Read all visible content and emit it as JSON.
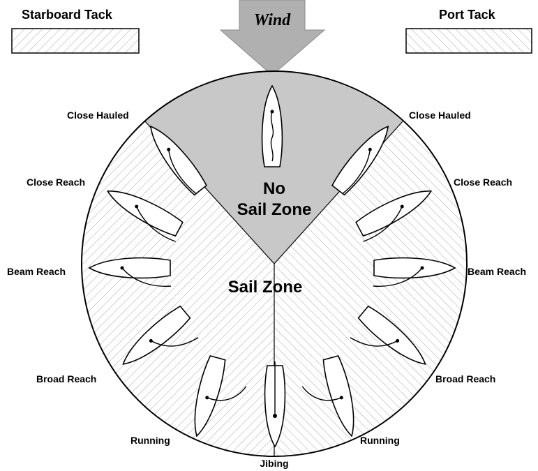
{
  "wind": {
    "label": "Wind"
  },
  "legend": {
    "starboard": {
      "label": "Starboard Tack"
    },
    "port": {
      "label": "Port Tack"
    }
  },
  "zones": {
    "no_sail_line1": "No",
    "no_sail_line2": "Sail Zone",
    "sail": "Sail Zone"
  },
  "points_of_sail": {
    "starboard": {
      "close_hauled": "Close Hauled",
      "close_reach": "Close Reach",
      "beam_reach": "Beam Reach",
      "broad_reach": "Broad Reach",
      "running": "Running"
    },
    "port": {
      "close_hauled": "Close Hauled",
      "close_reach": "Close Reach",
      "beam_reach": "Beam Reach",
      "broad_reach": "Broad Reach",
      "running": "Running"
    },
    "jibing": "Jibing"
  },
  "colors": {
    "no_sail_zone": "#c8c8c8",
    "hatch": "#b4b4b4",
    "arrow": "#b0b0b0"
  }
}
